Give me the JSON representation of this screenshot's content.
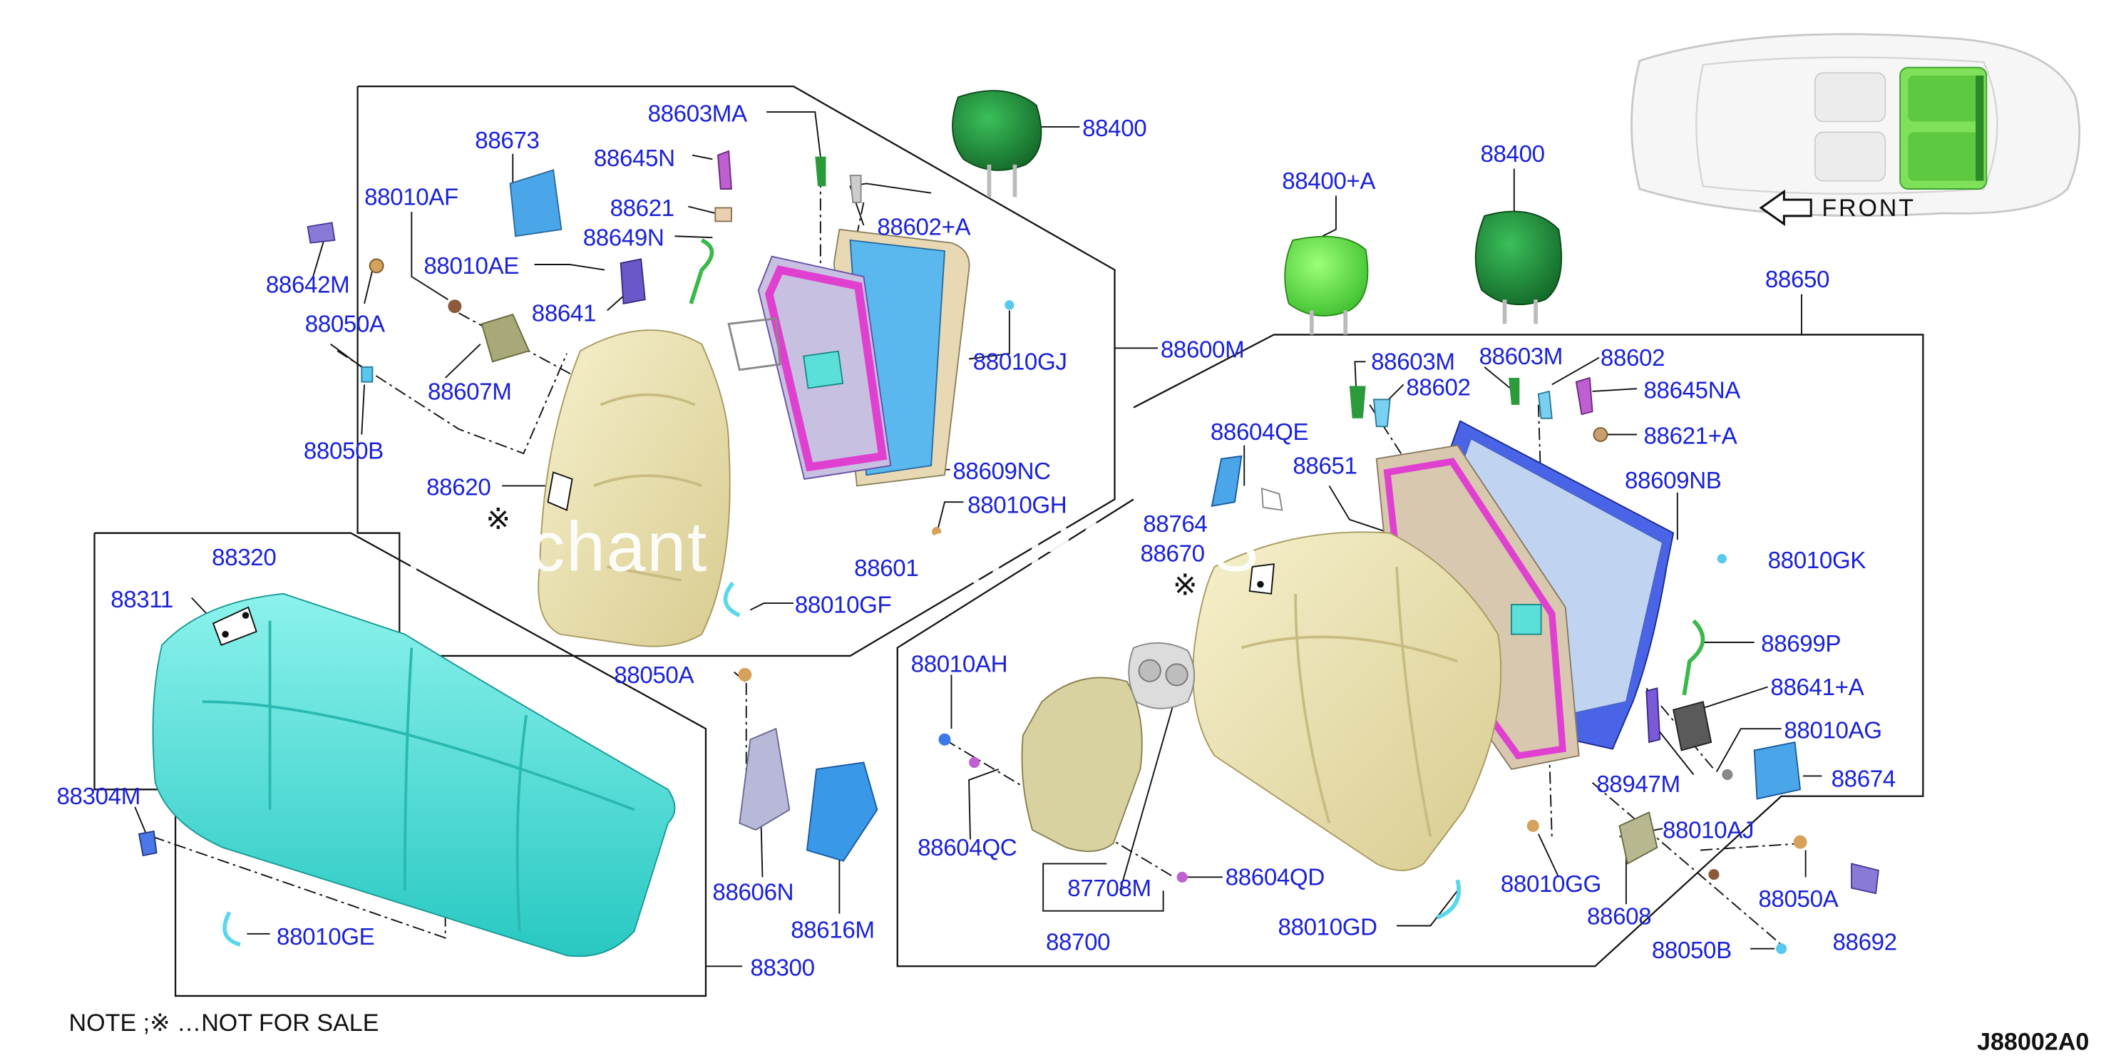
{
  "labels": {
    "p88603MA": "88603MA",
    "p88400a": "88400",
    "p88673": "88673",
    "p88645N": "88645N",
    "p88010AF": "88010AF",
    "p88621": "88621",
    "p88602A": "88602+A",
    "p88649N": "88649N",
    "p88010AE": "88010AE",
    "p88642M": "88642M",
    "p88641": "88641",
    "p88050Aa": "88050A",
    "p88010GJ": "88010GJ",
    "p88600M": "88600M",
    "p88607M": "88607M",
    "p88050Ba": "88050B",
    "p88620": "88620",
    "p88609NC": "88609NC",
    "p88010GH": "88010GH",
    "p88601": "88601",
    "p88010GF": "88010GF",
    "p88311": "88311",
    "p88320": "88320",
    "p88050Ab": "88050A",
    "p88304M": "88304M",
    "p88606N": "88606N",
    "p88616M": "88616M",
    "p88010GE": "88010GE",
    "p88300": "88300",
    "p88400A": "88400+A",
    "p88400b": "88400",
    "p88650": "88650",
    "p88603Ma": "88603M",
    "p88603Mb": "88603M",
    "p88602a": "88602",
    "p88602b": "88602",
    "p88645NA": "88645NA",
    "p88604QE": "88604QE",
    "p88621A": "88621+A",
    "p88651": "88651",
    "p88609NB": "88609NB",
    "p88764": "88764",
    "p88670": "88670",
    "p88010GK": "88010GK",
    "p88699P": "88699P",
    "p88010AH": "88010AH",
    "p88641A": "88641+A",
    "p88010AG": "88010AG",
    "p88947M": "88947M",
    "p88674": "88674",
    "p88604QC": "88604QC",
    "p88010AJ": "88010AJ",
    "p87708M": "87708M",
    "p88604QD": "88604QD",
    "p88010GG": "88010GG",
    "p88050Ac": "88050A",
    "p88608": "88608",
    "p88692": "88692",
    "p88700": "88700",
    "p88010GD": "88010GD",
    "p88050Bb": "88050B"
  },
  "not_for_sale_marks": [
    "※",
    "※",
    "※"
  ],
  "note": "NOTE ;※ …NOT FOR SALE",
  "front_label": "FRONT",
  "diagram_code": "J88002A0",
  "watermark": "Merchant  ·Catalog PARTS",
  "colors": {
    "label": "#1a22d8",
    "cushion": "#52e0d8",
    "seatback_cover": "#eae3b6",
    "frame_blue": "#4aa6e8",
    "frame_magenta": "#e040d0",
    "headrest_dark": "#1e8a3a",
    "headrest_light": "#5ee04a"
  }
}
